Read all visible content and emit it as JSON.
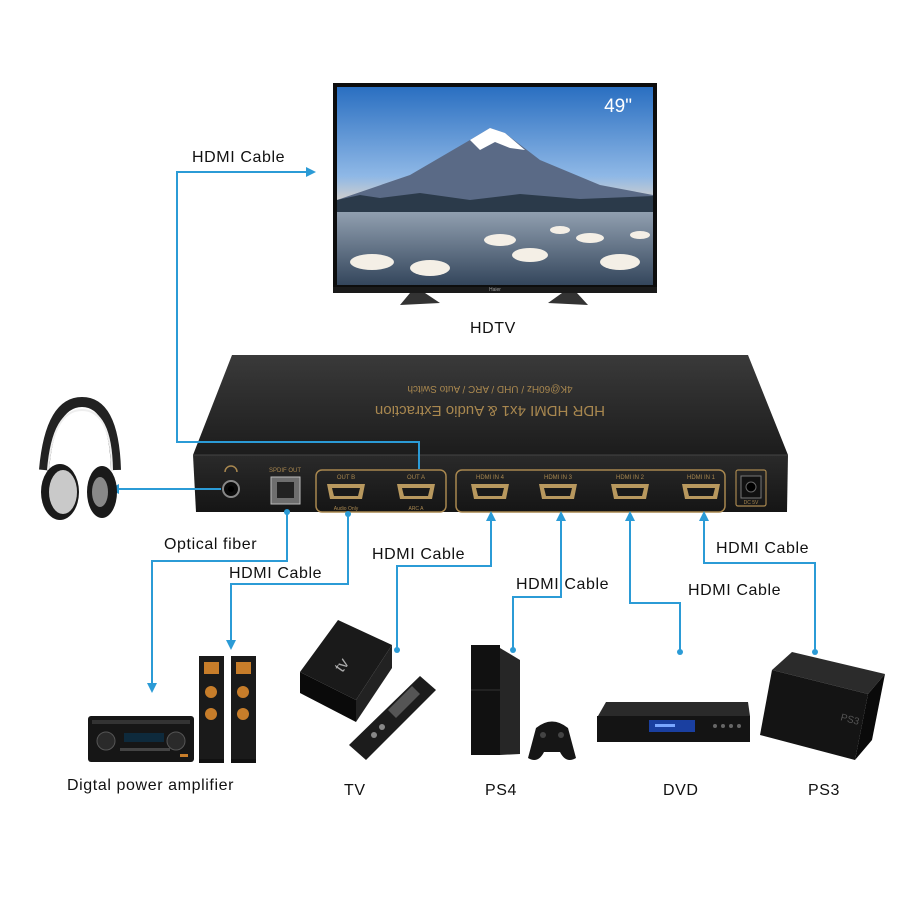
{
  "hdtv": {
    "screen_badge": "49\"",
    "brand": "Haier",
    "label": "HDTV"
  },
  "switch": {
    "title_line1": "HDR HDMI 4x1 & Audio Extraction",
    "title_line2": "4K@60Hz / UHD / ARC / Auto Switch",
    "port_labels": {
      "spdif_out": "SPDIF OUT",
      "out_b": "OUT B",
      "out_a": "OUT A",
      "audio_only": "Audio Only",
      "arc_a": "ARC A",
      "hdmi_in_4": "HDMI IN 4",
      "hdmi_in_3": "HDMI IN 3",
      "hdmi_in_2": "HDMI IN 2",
      "hdmi_in_1": "HDMI IN 1",
      "dc": "DC 5V"
    }
  },
  "cables": {
    "tv_out": "HDMI Cable",
    "optical": "Optical fiber",
    "out_b": "HDMI Cable",
    "in_4": "HDMI Cable",
    "in_3": "HDMI Cable",
    "in_2": "HDMI Cable",
    "in_1": "HDMI Cable"
  },
  "devices": {
    "amplifier": "Digtal power amplifier",
    "apple_tv": "TV",
    "apple_tv_logo": "tv",
    "ps4": "PS4",
    "dvd": "DVD",
    "ps3": "PS3"
  },
  "colors": {
    "connector_line": "#2b9bd6",
    "device_body": "#1d1d1f",
    "label_gold": "#a8874f"
  }
}
